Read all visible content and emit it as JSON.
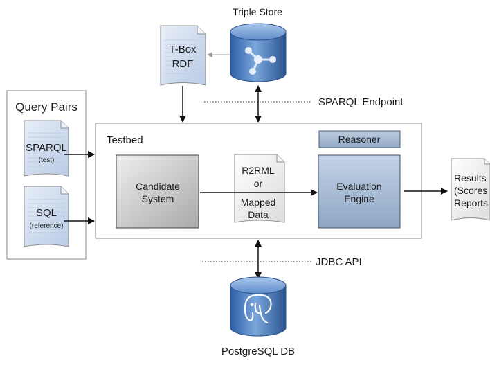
{
  "triple_store": {
    "label": "Triple Store"
  },
  "tbox_doc": {
    "line1": "T-Box",
    "line2": "RDF"
  },
  "sparql_endpoint": {
    "label": "SPARQL Endpoint"
  },
  "query_pairs": {
    "title": "Query Pairs",
    "sparql": {
      "line1": "SPARQL",
      "line2": "(test)"
    },
    "sql": {
      "line1": "SQL",
      "line2": "(reference)"
    }
  },
  "testbed": {
    "label": "Testbed",
    "reasoner": "Reasoner",
    "candidate": {
      "line1": "Candidate",
      "line2": "System"
    },
    "mapping": {
      "line1": "R2RML",
      "line2": "or",
      "line3": "Mapped",
      "line4": "Data"
    },
    "engine": {
      "line1": "Evaluation",
      "line2": "Engine"
    }
  },
  "results_doc": {
    "line1": "Results",
    "line2": "(Scores",
    "line3": "Reports"
  },
  "jdbc_api": {
    "label": "JDBC API"
  },
  "postgres": {
    "label": "PostgreSQL DB"
  },
  "colors": {
    "doc_blue": "#cfdcf0",
    "engine_blue": "#a9bdd6",
    "gray_box": "#c8c8c8",
    "cylinder_blue": "#4f7fc0"
  }
}
